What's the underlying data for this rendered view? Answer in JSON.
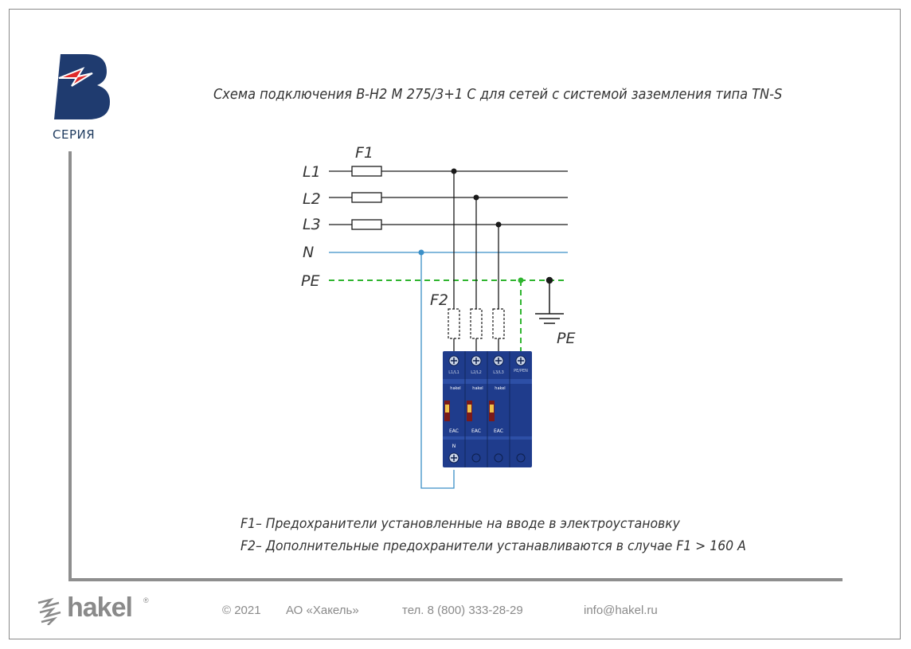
{
  "header": {
    "series_label": "СЕРИЯ",
    "title": "Схема подключения B-H2 M 275/3+1 C для сетей с системой заземления  типа TN-S"
  },
  "diagram": {
    "fuse_f1_label": "F1",
    "fuse_f2_label": "F2",
    "lines": [
      "L1",
      "L2",
      "L3",
      "N",
      "PE"
    ],
    "ground_label": "PE",
    "device_terminals": [
      "L1/L1",
      "L2/L2",
      "L3/L3",
      "PE/PEN"
    ],
    "device_mark": "EAC",
    "device_n_label": "N",
    "brand_small": "hakel"
  },
  "notes": {
    "f1": "F1– Предохранители установленные на вводе в электроустановку",
    "f2": "F2– Дополнительные предохранители устанавливаются в случае F1 > 160 А"
  },
  "footer": {
    "logo_text": "hakel",
    "registered": "®",
    "copyright": "© 2021",
    "company": "АО «Хакель»",
    "phone": "тел. 8 (800) 333-28-29",
    "email": "info@hakel.ru"
  },
  "colors": {
    "phase_line": "#1a1a1a",
    "neutral_line": "#3a8fc7",
    "pe_line": "#2fb52f",
    "device_blue": "#1f3c8c",
    "logo_blue": "#1f3b6f",
    "logo_red": "#e02a2a",
    "frame_gray": "#8e8e8e"
  }
}
